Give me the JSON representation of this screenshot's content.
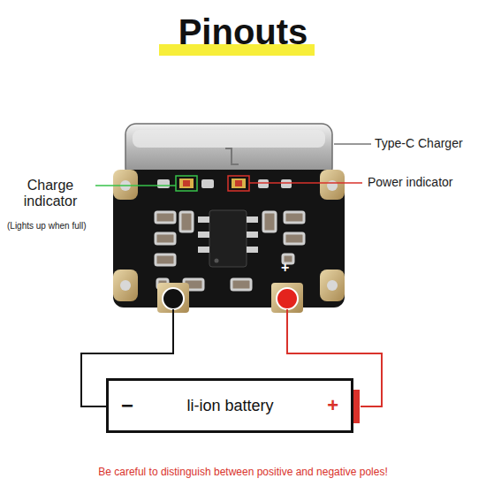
{
  "diagram": {
    "title": "Pinouts",
    "caption": "Be careful to distinguish between positive and negative poles!",
    "nodes": [
      {
        "text": [
          "−",
          "li-ion battery",
          "+"
        ]
      }
    ],
    "labels": [
      "Type-C Charger",
      "Power indicator",
      "Charge indicator",
      "(Lights up when full)",
      "+"
    ]
  }
}
